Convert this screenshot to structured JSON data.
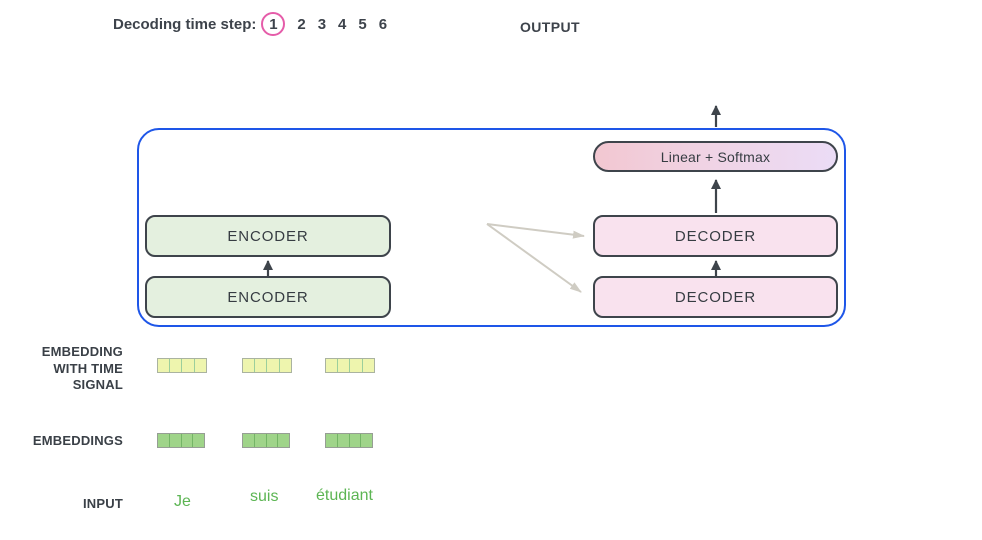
{
  "header": {
    "decoding_label": "Decoding time step:",
    "steps": [
      "1",
      "2",
      "3",
      "4",
      "5",
      "6"
    ],
    "active_step": "1",
    "output_label": "OUTPUT"
  },
  "diagram": {
    "linear_softmax_label": "Linear + Softmax",
    "encoder_label": "ENCODER",
    "decoder_label": "DECODER"
  },
  "left_labels": {
    "embedding_time_lines": [
      "EMBEDDING",
      "WITH TIME",
      "SIGNAL"
    ],
    "embeddings": "EMBEDDINGS",
    "input": "INPUT"
  },
  "input_words": [
    "Je",
    "suis",
    "étudiant"
  ],
  "embedding_rows": {
    "groups_per_row": 3,
    "cells_per_group": 4
  },
  "colors": {
    "frame_blue": "#1e56e8",
    "box_border_dark": "#3e444b",
    "encoder_fill": "#e4f0df",
    "decoder_fill": "#f9e2ee",
    "linear_softmax_gradient_left": "#f2c7d1",
    "linear_softmax_gradient_right": "#ebdcf6",
    "step_circle_pink": "#e55ca9",
    "input_word_green": "#5cb553",
    "time_signal_cell_fill": "#eef5ae",
    "embedding_cell_fill": "#9fd489",
    "gray_arrow": "#cfccc3",
    "dark_arrow": "#3e444b"
  }
}
